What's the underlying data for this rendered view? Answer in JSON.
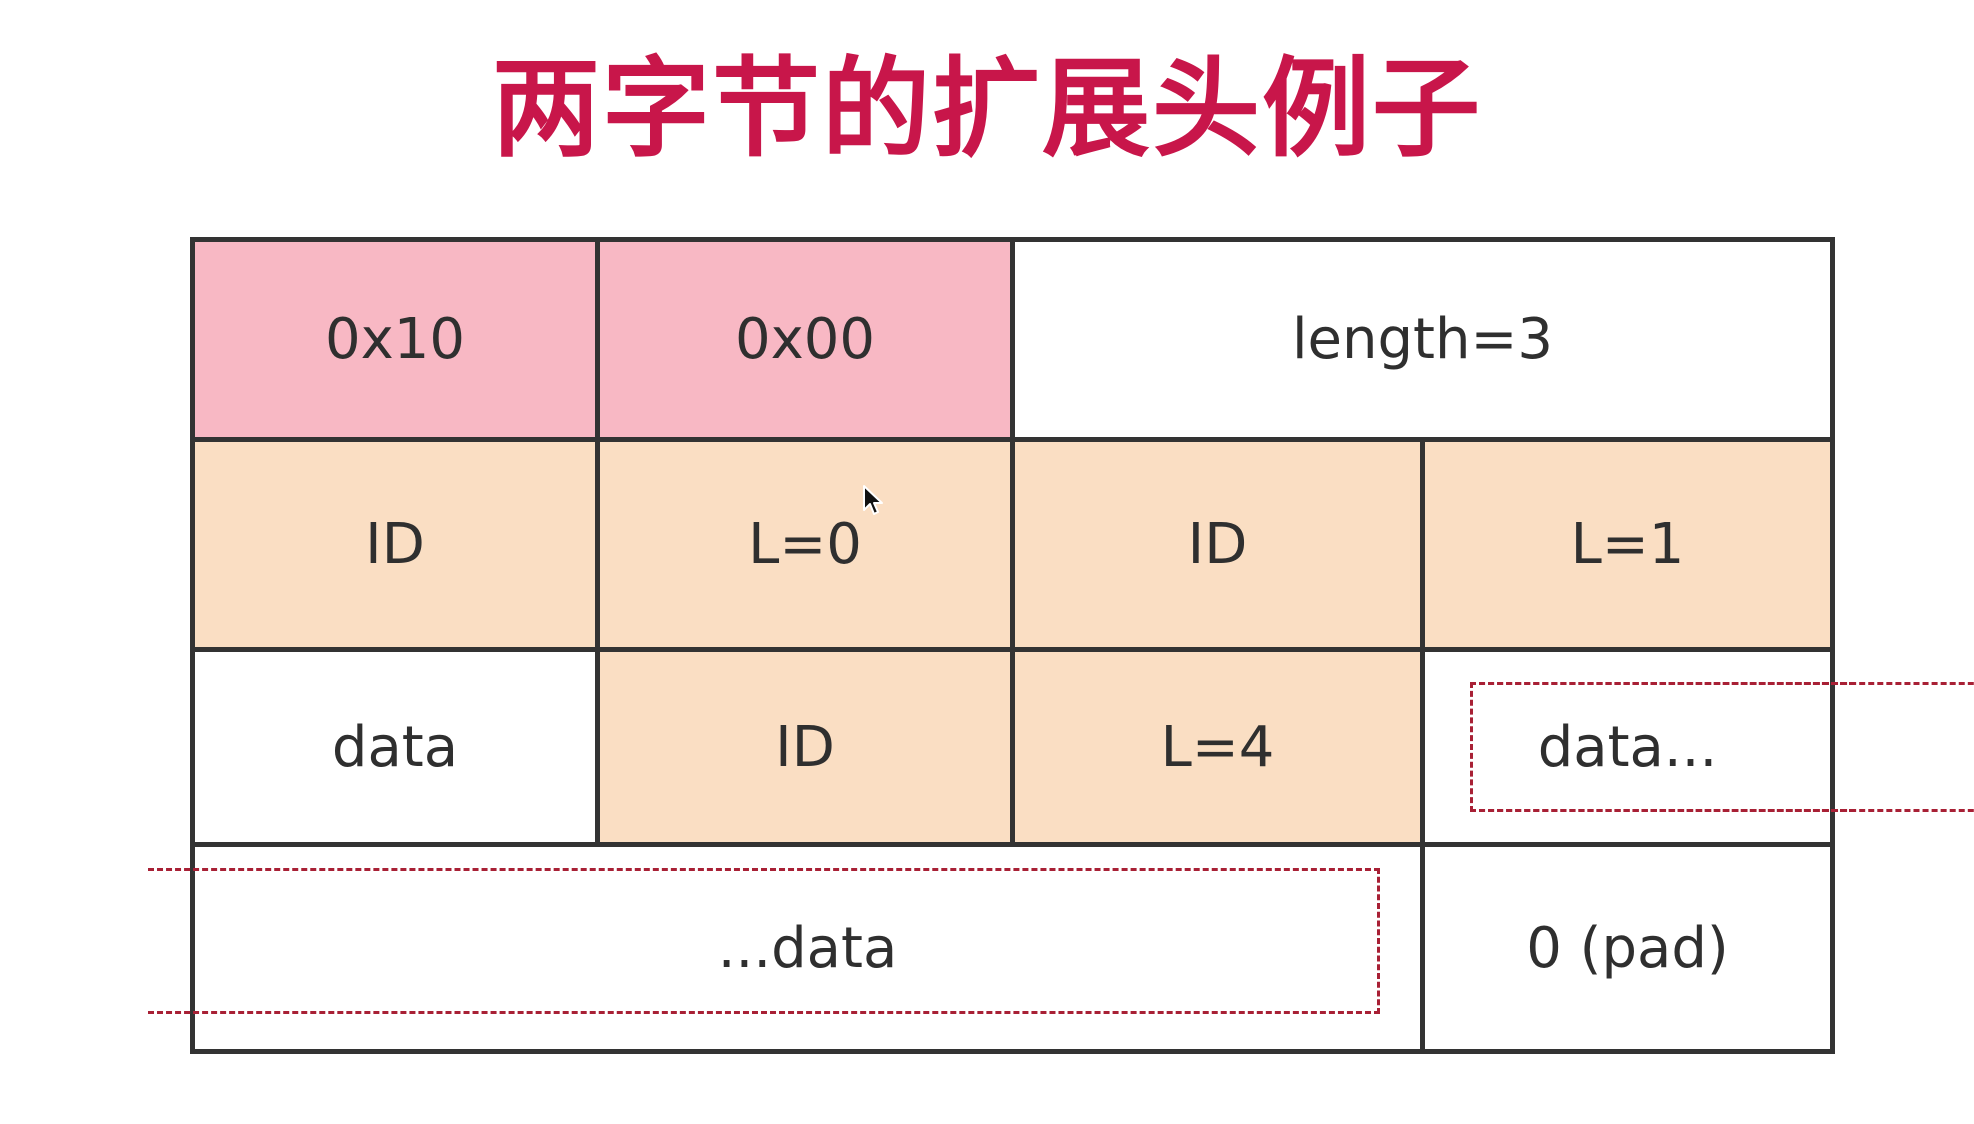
{
  "title": "两字节的扩展头例子",
  "colors": {
    "title": "#c8164a",
    "header_fill": "#f8b8c4",
    "element_fill": "#fadec3",
    "dashed_outline": "#a82035"
  },
  "rows": {
    "row1": [
      "0x10",
      "0x00",
      "length=3"
    ],
    "row2": [
      "ID",
      "L=0",
      "ID",
      "L=1"
    ],
    "row3": [
      "data",
      "ID",
      "L=4",
      "data..."
    ],
    "row4": [
      "...data",
      "0 (pad)"
    ]
  }
}
